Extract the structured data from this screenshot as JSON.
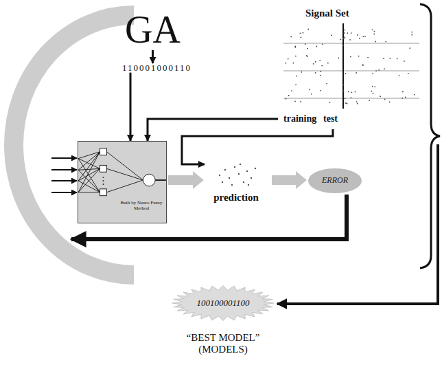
{
  "diagram": {
    "nodes": [
      {
        "text": [
          "GA"
        ]
      },
      {
        "text": [
          "110001000110"
        ]
      },
      {
        "text": [
          "Signal Set",
          "training",
          "test"
        ]
      },
      {
        "text": [
          "Built by Neuro Fuzzy Method"
        ]
      },
      {
        "text": [
          "prediction"
        ]
      },
      {
        "text": [
          "ERROR"
        ]
      },
      {
        "text": [
          "100100001100",
          "“BEST MODEL” (MODELS)"
        ]
      }
    ],
    "edges": [
      {
        "from": 0,
        "to": 1,
        "arrow": "to"
      },
      {
        "from": 1,
        "to": 3,
        "arrow": "to"
      },
      {
        "from": 2,
        "to": 3,
        "arrow": "to"
      },
      {
        "from": 2,
        "to": 4,
        "arrow": "to"
      },
      {
        "from": 3,
        "to": 4,
        "arrow": "to"
      },
      {
        "from": 4,
        "to": 5,
        "arrow": "to"
      }
    ]
  }
}
